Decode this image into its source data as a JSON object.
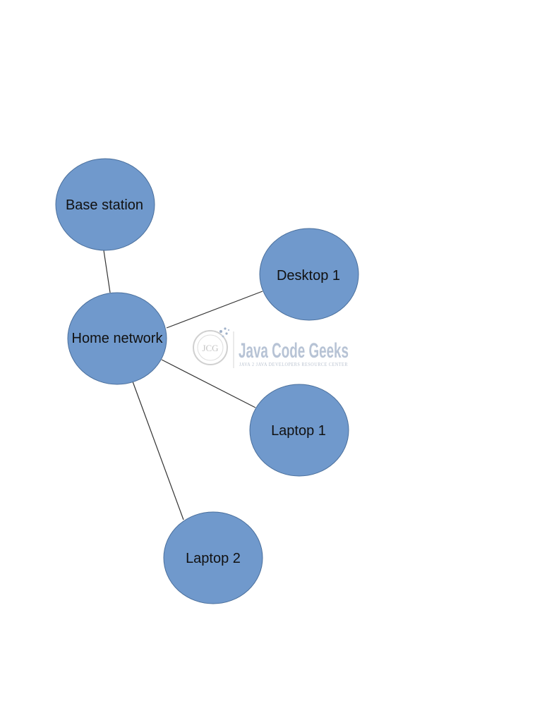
{
  "diagram": {
    "node_color": "#7099cc",
    "edge_color": "#333333",
    "nodes": [
      {
        "id": "base-station",
        "label": "Base station"
      },
      {
        "id": "desktop-1",
        "label": "Desktop 1"
      },
      {
        "id": "home-network",
        "label": "Home network"
      },
      {
        "id": "laptop-1",
        "label": "Laptop 1"
      },
      {
        "id": "laptop-2",
        "label": "Laptop 2"
      }
    ],
    "edges": [
      {
        "from": "home-network",
        "to": "base-station"
      },
      {
        "from": "home-network",
        "to": "desktop-1"
      },
      {
        "from": "home-network",
        "to": "laptop-1"
      },
      {
        "from": "home-network",
        "to": "laptop-2"
      }
    ]
  },
  "watermark": {
    "logo_text": "JCG",
    "title": "Java Code Geeks",
    "subtitle": "JAVA 2 JAVA DEVELOPERS RESOURCE CENTER",
    "color": "#9fb0c8"
  }
}
